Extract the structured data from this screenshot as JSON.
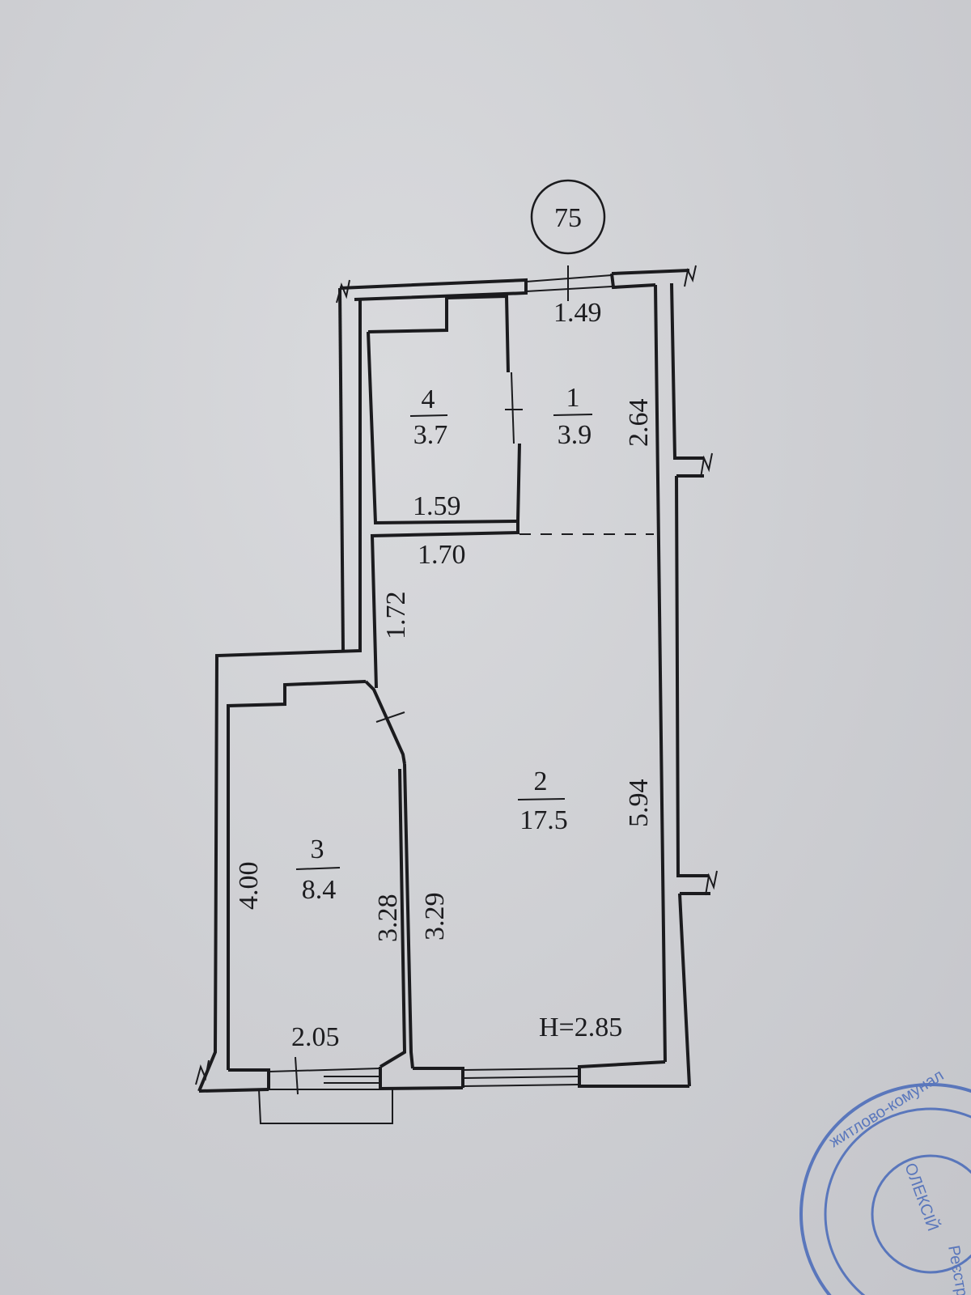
{
  "plan": {
    "apartment_number": "75",
    "height_label": "H=2.85"
  },
  "rooms": [
    {
      "number": "1",
      "area": "3.9"
    },
    {
      "number": "2",
      "area": "17.5"
    },
    {
      "number": "3",
      "area": "8.4"
    },
    {
      "number": "4",
      "area": "3.7"
    }
  ],
  "dimensions": {
    "top_width": "1.49",
    "hall_right_height": "2.64",
    "storage_width": "1.59",
    "corridor_width": "1.70",
    "corridor_height": "1.72",
    "living_right_height": "5.94",
    "kitchen_left_height": "4.00",
    "kitchen_right_height": "3.28",
    "living_left_height": "3.29",
    "kitchen_width": "2.05"
  },
  "stamp": {
    "line1": "житлово-комунал",
    "line2": "Реєстр",
    "line3": "ОЛЕКСІЙ",
    "color": "#3f63b8"
  }
}
